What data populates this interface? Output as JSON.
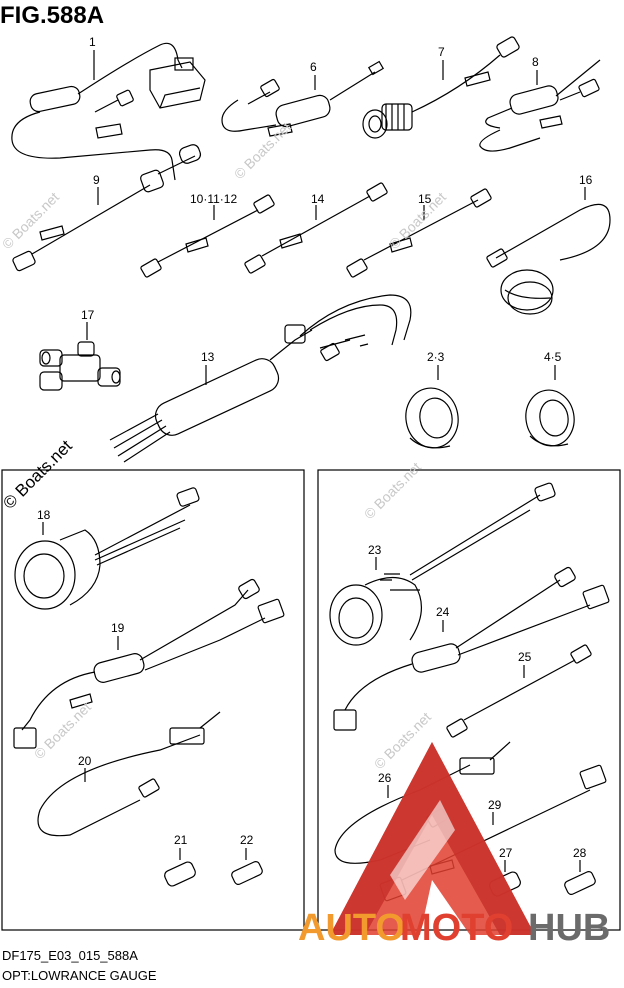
{
  "figure": {
    "title": "FIG.588A",
    "code": "DF175_E03_015_588A",
    "caption": "OPT:LOWRANCE GAUGE"
  },
  "callouts": [
    "1",
    "6",
    "7",
    "8",
    "9",
    "10·11·12",
    "14",
    "15",
    "16",
    "17",
    "13",
    "2·3",
    "4·5",
    "18",
    "19",
    "20",
    "21",
    "22",
    "23",
    "24",
    "25",
    "26",
    "29",
    "27",
    "28"
  ],
  "watermarks": {
    "site": "© Boats.net",
    "site_rotated": "© Boats.net"
  },
  "logo": {
    "part1": "AUTO",
    "part2": "MOTO",
    "part3": "HUB",
    "color_orange": "#f29a2e",
    "color_red": "#e0402f",
    "color_gray": "#6b6b6b"
  }
}
